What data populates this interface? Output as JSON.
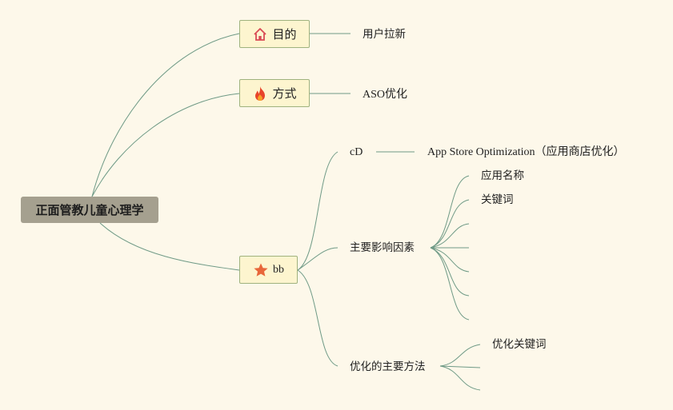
{
  "root": {
    "label": "正面管教儿童心理学"
  },
  "branches": [
    {
      "label": "目的",
      "icon": "house-icon",
      "children": [
        "用户拉新"
      ]
    },
    {
      "label": "方式",
      "icon": "fire-icon",
      "children": [
        "ASO优化"
      ]
    },
    {
      "label": "bb",
      "icon": "star-icon",
      "children": [
        {
          "label": "cD",
          "children": [
            "App Store Optimization（应用商店优化）"
          ]
        },
        {
          "label": "主要影响因素",
          "children": [
            "应用名称",
            "关键词",
            "",
            "",
            "",
            "",
            ""
          ]
        },
        {
          "label": "优化的主要方法",
          "children": [
            "优化关键词",
            "",
            ""
          ]
        }
      ]
    }
  ],
  "colors": {
    "line": "#6f9a86",
    "root": "#a5a08f",
    "topic_fill": "#fdf5cf",
    "topic_border": "#9fb27e",
    "background": "#fdf8ea",
    "house_icon": "#d94b55",
    "fire_icon": "#e8452a",
    "star_icon": "#e8673a"
  }
}
